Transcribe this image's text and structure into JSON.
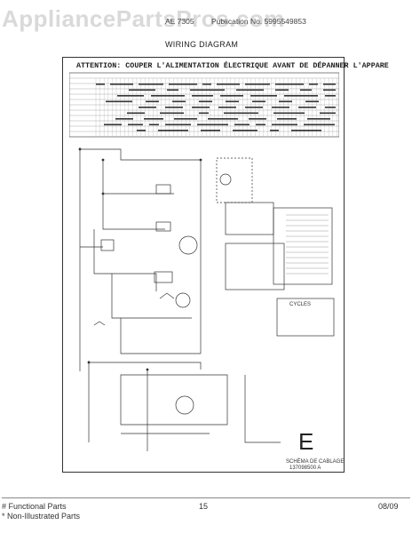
{
  "watermark": "AppliancePartsPros.com",
  "header": {
    "model_left": "AE 7305",
    "publication_line": "Publication No. 5995549853",
    "section_title": "WIRING DIAGRAM"
  },
  "diagram": {
    "attention": "ATTENTION: COUPER L'ALIMENTATION ÉLECTRIQUE AVANT DE DÉPANNER L'APPARE",
    "corner_letter": "E",
    "diagram_code_line1": "SCHÉMA DE CABLAGE",
    "diagram_code_line2": "137098500 A",
    "cycles_label": "CYCLES"
  },
  "footer": {
    "functional_parts": "# Functional Parts",
    "non_illustrated": "* Non-Illustrated Parts",
    "page_number": "15",
    "date": "08/09"
  }
}
